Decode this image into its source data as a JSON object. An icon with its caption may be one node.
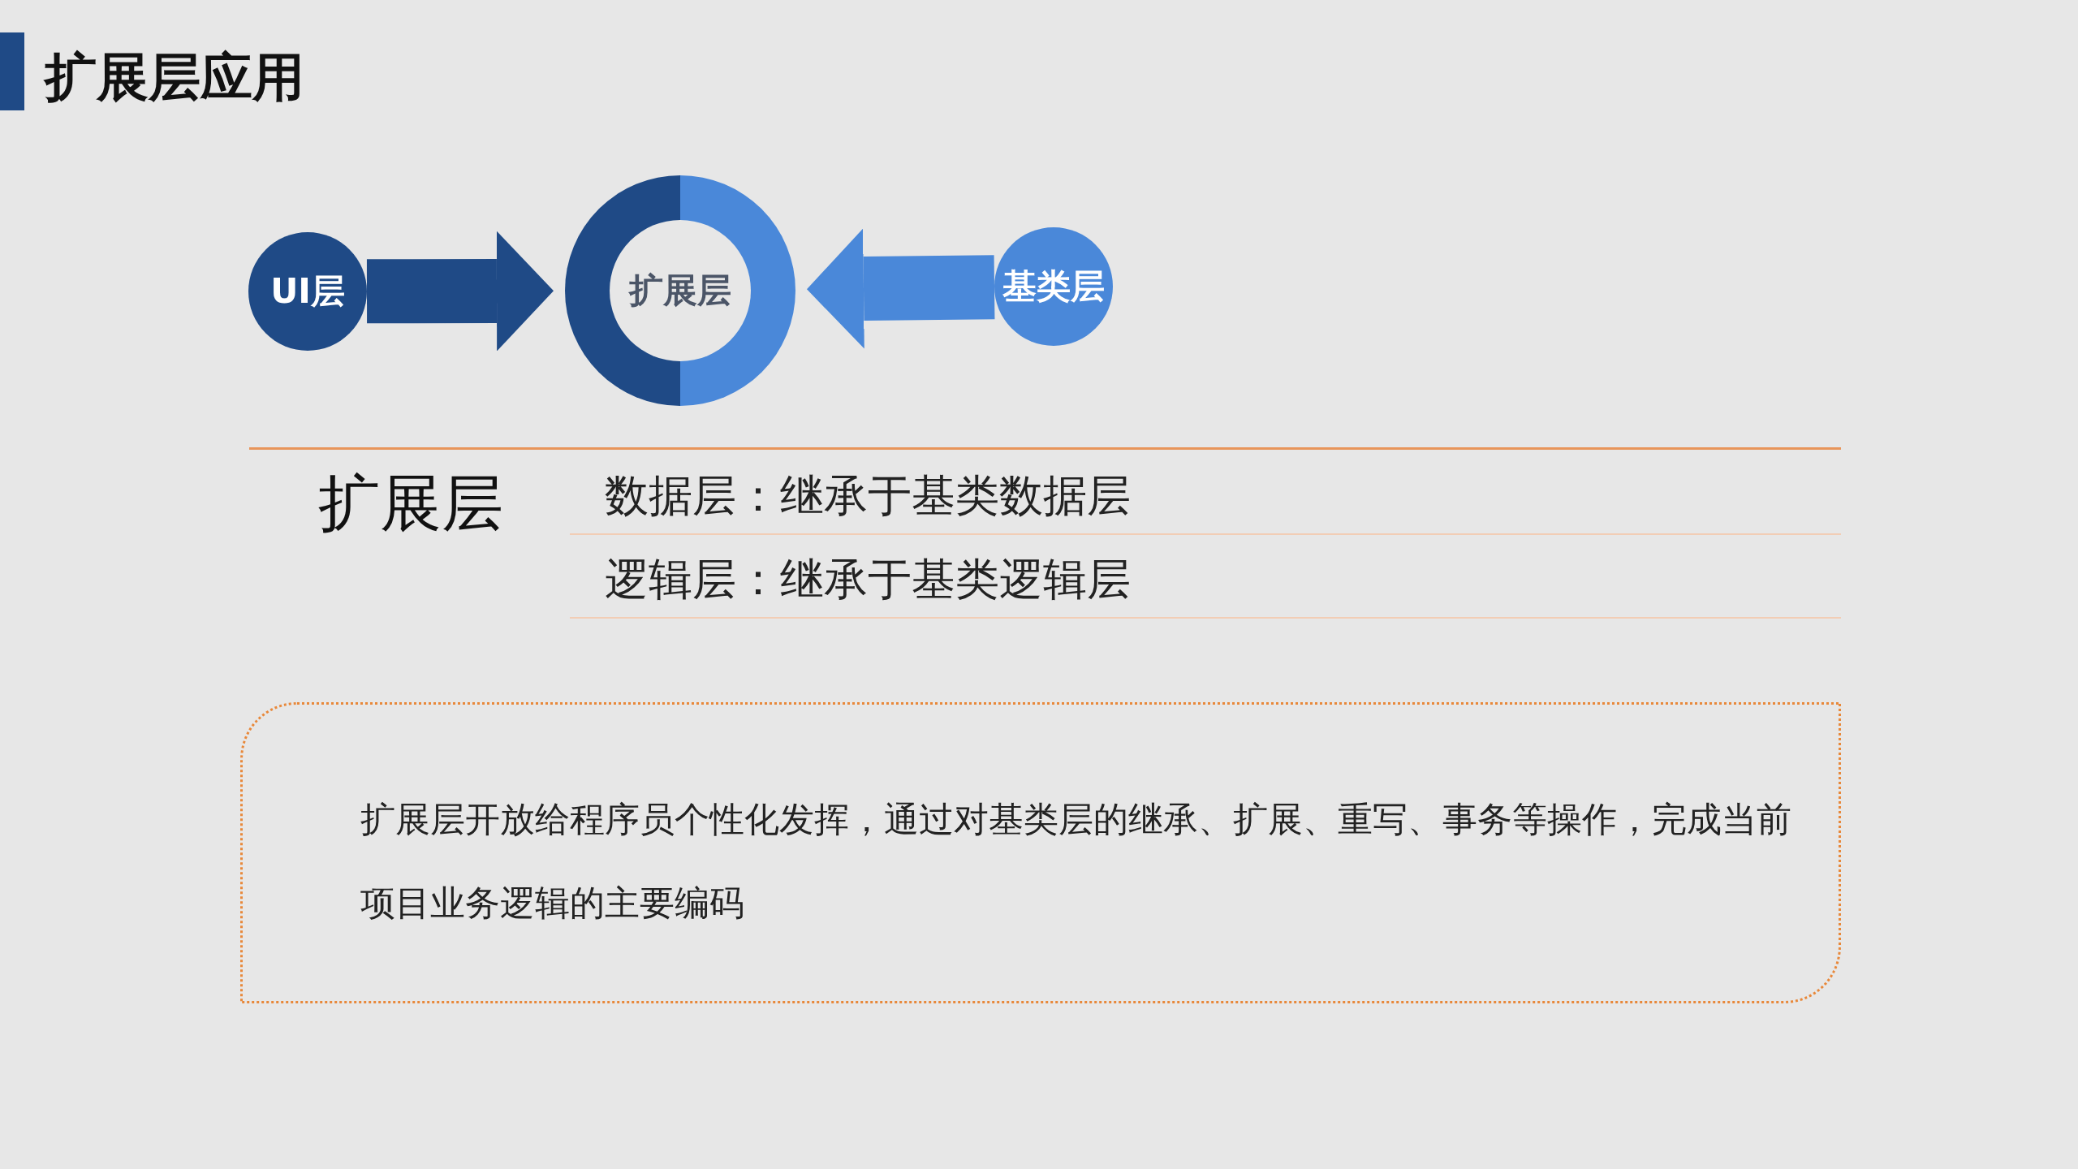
{
  "diagram": {
    "title": "扩展层应用",
    "nodes": [
      {
        "text": [
          "UI层"
        ]
      },
      {
        "text": [
          "扩展层"
        ]
      },
      {
        "text": [
          "基类层"
        ]
      },
      {
        "text": [
          "扩展层开放给程序员个性化发挥，通过对基类层的继承、扩展、重写、事务等操作，完成当前项目业务逻辑的主要编码"
        ]
      }
    ],
    "edges": [
      {
        "from": 0,
        "to": 1,
        "arrow": "to",
        "color": "#1f4a86"
      },
      {
        "from": 2,
        "to": 1,
        "arrow": "to",
        "color": "#4a88d9"
      }
    ],
    "labels": [
      "扩展层",
      "数据层：继承于基类数据层",
      "逻辑层：继承于基类逻辑层"
    ]
  }
}
